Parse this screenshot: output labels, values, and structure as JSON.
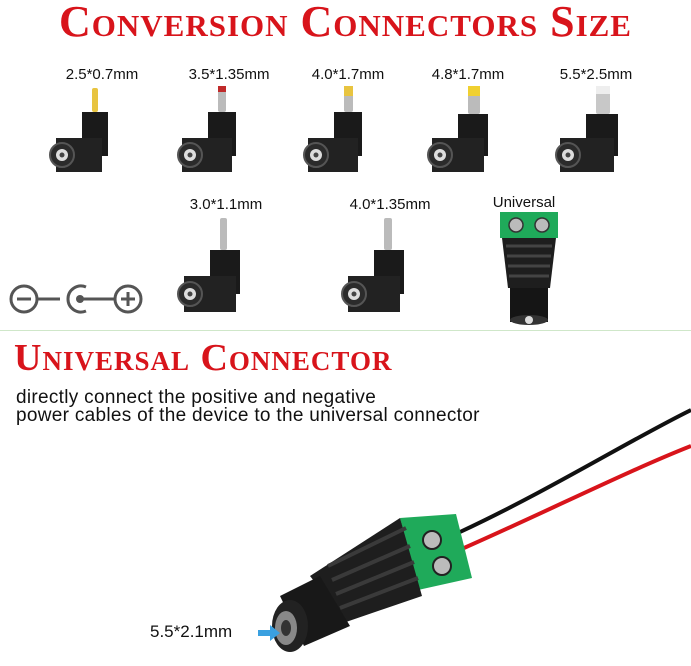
{
  "title_top": "Conversion Connectors Size",
  "connectors": [
    {
      "label": "2.5*0.7mm"
    },
    {
      "label": "3.5*1.35mm"
    },
    {
      "label": "4.0*1.7mm"
    },
    {
      "label": "4.8*1.7mm"
    },
    {
      "label": "5.5*2.5mm"
    },
    {
      "label": "3.0*1.1mm"
    },
    {
      "label": "4.0*1.35mm"
    },
    {
      "label": "Universal"
    }
  ],
  "title_bottom": "Universal Connector",
  "description": {
    "line1": "directly connect the positive and negative",
    "line2": "power cables of the device to the universal connector"
  },
  "callout": "5.5*2.1mm",
  "colors": {
    "title": "#d8141b",
    "terminal": "#1faa5a",
    "wire_red": "#d8141b",
    "wire_black": "#111111"
  }
}
